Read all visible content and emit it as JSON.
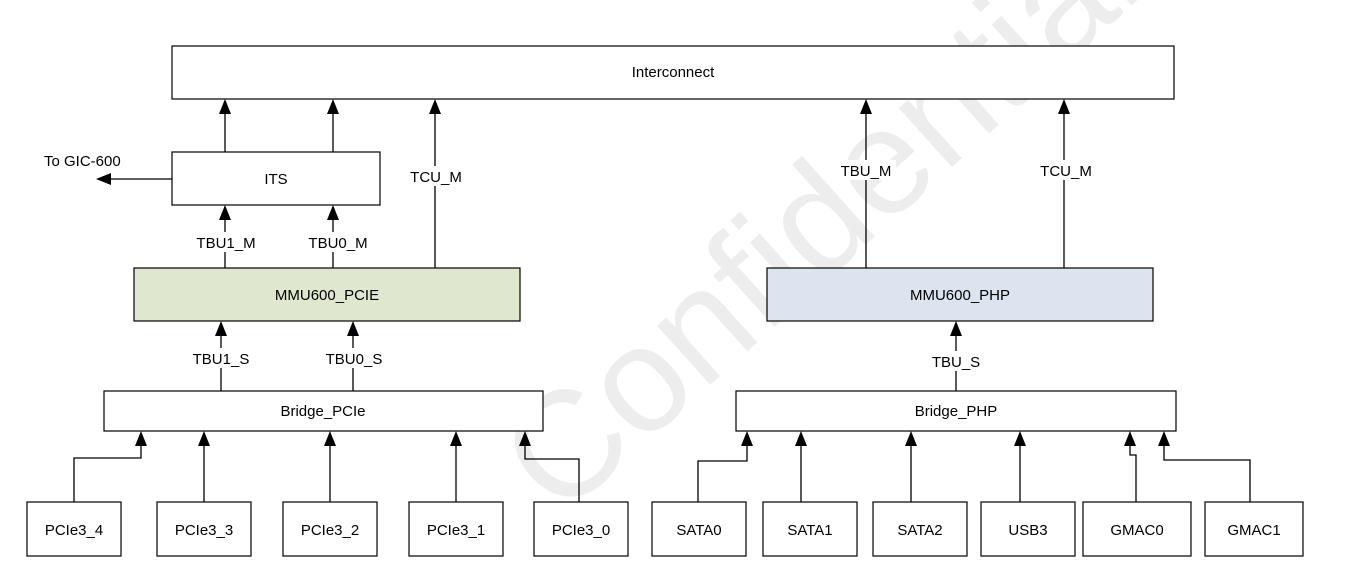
{
  "blocks": {
    "interconnect": "Interconnect",
    "its": "ITS",
    "mmu_pcie": "MMU600_PCIE",
    "mmu_php": "MMU600_PHP",
    "bridge_pcie": "Bridge_PCIe",
    "bridge_php": "Bridge_PHP"
  },
  "labels": {
    "to_gic": "To GIC-600",
    "pcie_tcu_m": "TCU_M",
    "tbu1_m": "TBU1_M",
    "tbu0_m": "TBU0_M",
    "tbu1_s": "TBU1_S",
    "tbu0_s": "TBU0_S",
    "php_tbu_m": "TBU_M",
    "php_tcu_m": "TCU_M",
    "tbu_s": "TBU_S"
  },
  "devices": {
    "pcie3_4": "PCIe3_4",
    "pcie3_3": "PCIe3_3",
    "pcie3_2": "PCIe3_2",
    "pcie3_1": "PCIe3_1",
    "pcie3_0": "PCIe3_0",
    "sata0": "SATA0",
    "sata1": "SATA1",
    "sata2": "SATA2",
    "usb3": "USB3",
    "gmac0": "GMAC0",
    "gmac1": "GMAC1"
  },
  "watermark": "Confidential",
  "colors": {
    "mmu_pcie_fill": "#dfe8cf",
    "mmu_php_fill": "#dbe4ef",
    "box_fill": "#ffffff",
    "line": "#000000"
  }
}
